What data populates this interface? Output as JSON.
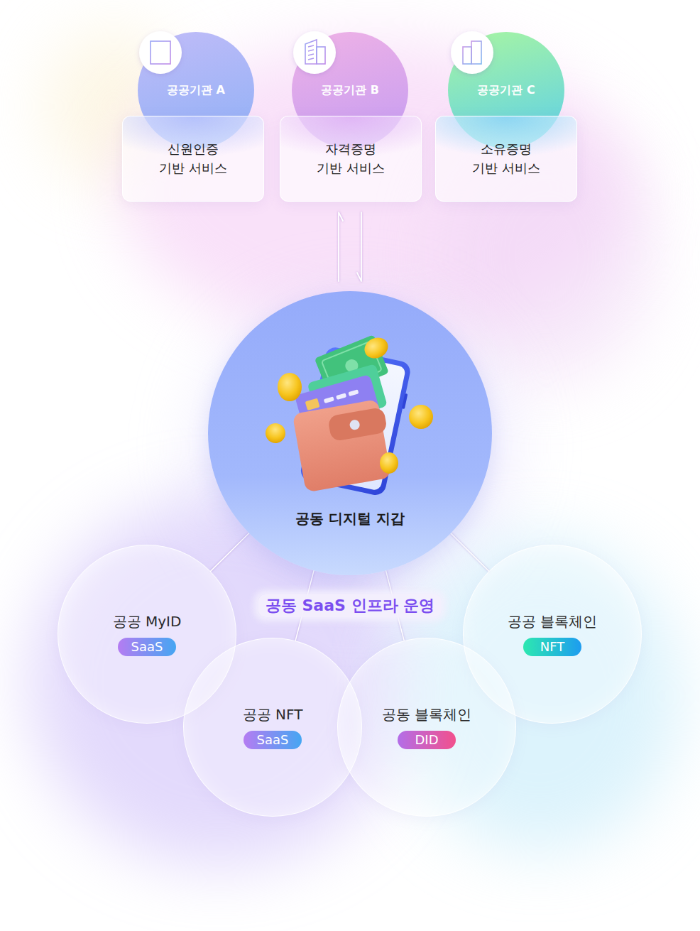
{
  "diagram": {
    "nodes": [
      {
        "text": [
          "공공기관 A",
          "신원인증 기반 서비스"
        ]
      },
      {
        "text": [
          "공공기관 B",
          "자격증명 기반 서비스"
        ]
      },
      {
        "text": [
          "공공기관 C",
          "소유증명 기반 서비스"
        ]
      },
      {
        "text": [
          "공동 디지털 지갑"
        ]
      },
      {
        "text": [
          "공공 MyID"
        ]
      },
      {
        "text": [
          "SaaS"
        ],
        "in": 4
      },
      {
        "text": [
          "공공 블록체인"
        ]
      },
      {
        "text": [
          "NFT"
        ],
        "in": 6
      },
      {
        "text": [
          "공공 NFT"
        ]
      },
      {
        "text": [
          "SaaS"
        ],
        "in": 8
      },
      {
        "text": [
          "공동 블록체인"
        ]
      },
      {
        "text": [
          "DID"
        ],
        "in": 10
      }
    ],
    "edges": [
      {
        "from": 1,
        "to": 3,
        "arrow": "both"
      },
      {
        "from": 3,
        "to": 4,
        "arrow": "none"
      },
      {
        "from": 3,
        "to": 6,
        "arrow": "none"
      },
      {
        "from": 3,
        "to": 8,
        "arrow": "none"
      },
      {
        "from": 3,
        "to": 10,
        "arrow": "none"
      }
    ],
    "labels": [
      "공동 SaaS 인프라 운영"
    ]
  }
}
